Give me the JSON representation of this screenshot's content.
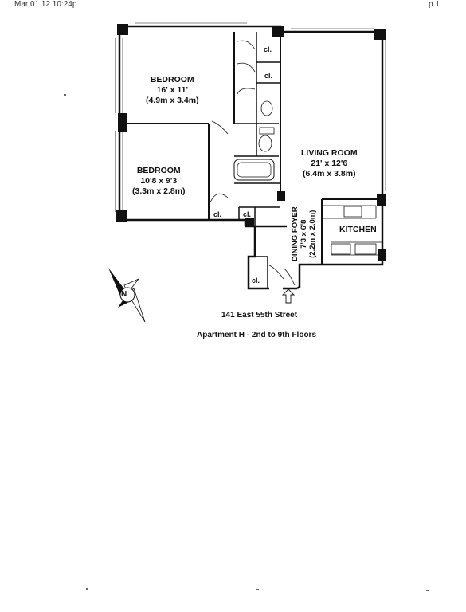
{
  "header": {
    "fax_datetime": "Mar 01 12 10:24p",
    "page_number": "p.1"
  },
  "rooms": {
    "bedroom_1": {
      "name": "BEDROOM",
      "dims_imperial": "16' x 11'",
      "dims_metric": "(4.9m x 3.4m)"
    },
    "bedroom_2": {
      "name": "BEDROOM",
      "dims_imperial": "10'8 x 9'3",
      "dims_metric": "(3.3m x 2.8m)"
    },
    "living_room": {
      "name": "LIVING ROOM",
      "dims_imperial": "21' x 12'6",
      "dims_metric": "(6.4m x 3.8m)"
    },
    "dining_foyer": {
      "name": "DINING FOYER",
      "dims_imperial": "7'3 x 6'8",
      "dims_metric": "(2.2m x 2.0m)"
    },
    "kitchen": {
      "name": "KITCHEN"
    }
  },
  "closet_label": "cl.",
  "caption": {
    "address": "141 East 55th Street",
    "unit": "Apartment H - 2nd to 9th Floors"
  },
  "compass": {
    "letter": "N"
  },
  "icons": [
    "compass-rose-icon",
    "entry-arrow-icon"
  ]
}
